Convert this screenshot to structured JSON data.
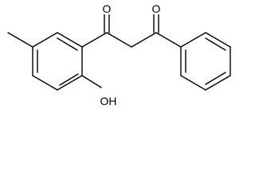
{
  "molecule": {
    "atom_labels": {
      "oxygen_left": "O",
      "oxygen_right": "O",
      "hydroxyl": "OH"
    }
  }
}
